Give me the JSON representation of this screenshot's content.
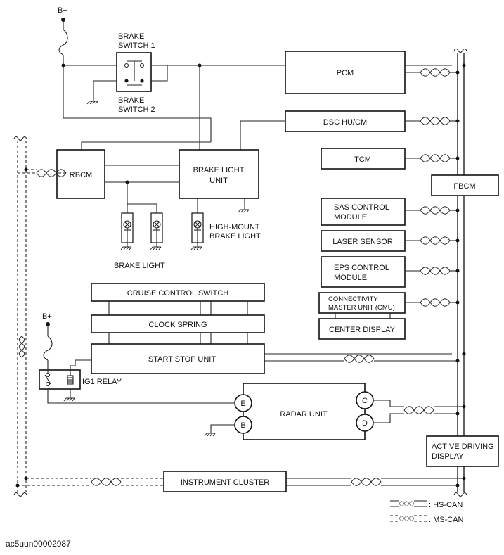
{
  "supply": {
    "b_plus_top": "B+",
    "b_plus_relay": "B+"
  },
  "components": {
    "brake_switch_top": [
      "BRAKE",
      "SWITCH 1"
    ],
    "brake_switch_bottom": [
      "BRAKE",
      "SWITCH 2"
    ],
    "pcm": "PCM",
    "dsc": "DSC HU/CM",
    "tcm": "TCM",
    "fbcm": "FBCM",
    "rbcm": "RBCM",
    "brake_light_unit": [
      "BRAKE LIGHT",
      "UNIT"
    ],
    "high_mount": [
      "HIGH-MOUNT",
      "BRAKE LIGHT"
    ],
    "brake_light": "BRAKE LIGHT",
    "sas": [
      "SAS CONTROL",
      "MODULE"
    ],
    "laser": "LASER SENSOR",
    "eps": [
      "EPS CONTROL",
      "MODULE"
    ],
    "cmu": [
      "CONNECTIVITY",
      "MASTER UNIT (CMU)"
    ],
    "center_display": "CENTER DISPLAY",
    "cruise": "CRUISE CONTROL SWITCH",
    "clock_spring": "CLOCK SPRING",
    "start_stop": "START STOP UNIT",
    "ig1_relay": "IG1 RELAY",
    "radar": "RADAR UNIT",
    "radar_pins": {
      "e": "E",
      "b": "B",
      "c": "C",
      "d": "D"
    },
    "active_driving": [
      "ACTIVE DRIVING",
      "DISPLAY"
    ],
    "instrument_cluster": "INSTRUMENT CLUSTER"
  },
  "legend": {
    "hs_can": ": HS-CAN",
    "ms_can": ": MS-CAN"
  },
  "footer": {
    "image_id": "ac5uun00002987"
  }
}
